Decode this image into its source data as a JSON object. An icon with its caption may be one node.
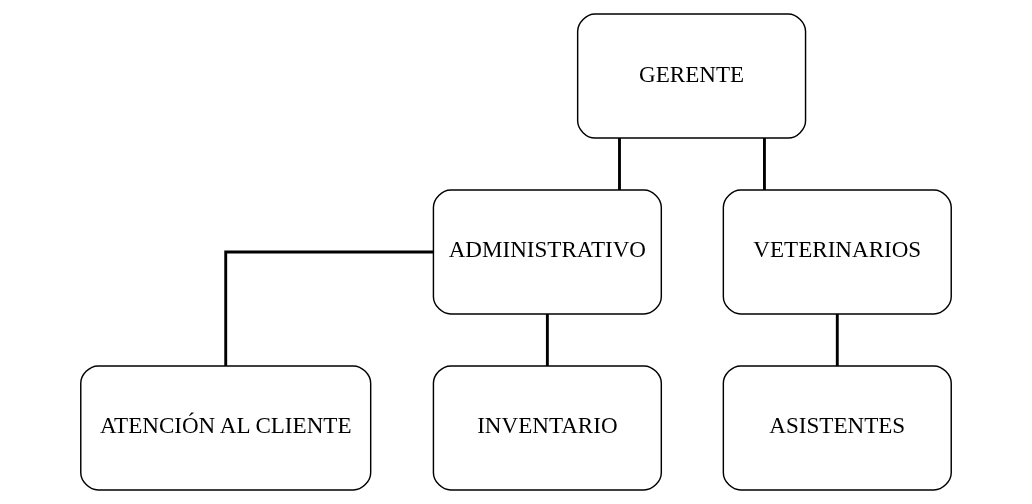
{
  "diagram": {
    "nodes": [
      {
        "text": [
          "GERENTE"
        ]
      },
      {
        "text": [
          "ADMINISTRATIVO"
        ]
      },
      {
        "text": [
          "VETERINARIOS"
        ]
      },
      {
        "text": [
          "ATENCIÓN AL CLIENTE"
        ]
      },
      {
        "text": [
          "INVENTARIO"
        ]
      },
      {
        "text": [
          "ASISTENTES"
        ]
      }
    ],
    "edges": [
      {
        "from": 0,
        "to": 1,
        "arrow": "none"
      },
      {
        "from": 0,
        "to": 2,
        "arrow": "none"
      },
      {
        "from": 1,
        "to": 3,
        "arrow": "none"
      },
      {
        "from": 1,
        "to": 4,
        "arrow": "none"
      },
      {
        "from": 2,
        "to": 5,
        "arrow": "none"
      }
    ]
  }
}
